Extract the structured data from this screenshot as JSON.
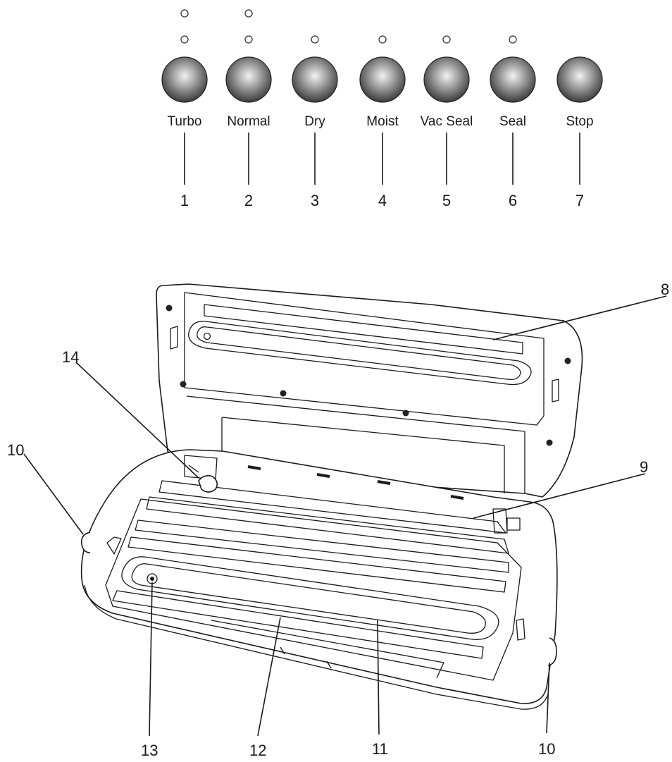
{
  "panel": {
    "buttons": [
      {
        "label": "Turbo",
        "number": "1",
        "leds": 2
      },
      {
        "label": "Normal",
        "number": "2",
        "leds": 2
      },
      {
        "label": "Dry",
        "number": "3",
        "leds": 1
      },
      {
        "label": "Moist",
        "number": "4",
        "leds": 1
      },
      {
        "label": "Vac Seal",
        "number": "5",
        "leds": 1
      },
      {
        "label": "Seal",
        "number": "6",
        "leds": 1
      },
      {
        "label": "Stop",
        "number": "7",
        "leds": 0
      }
    ]
  },
  "appliance": {
    "callouts": [
      "8",
      "9",
      "10",
      "10",
      "11",
      "12",
      "13",
      "14"
    ]
  },
  "colors": {
    "line": "#1a1a1a",
    "button_dark": "#3a3a3a",
    "button_light": "#e6e6e6"
  }
}
